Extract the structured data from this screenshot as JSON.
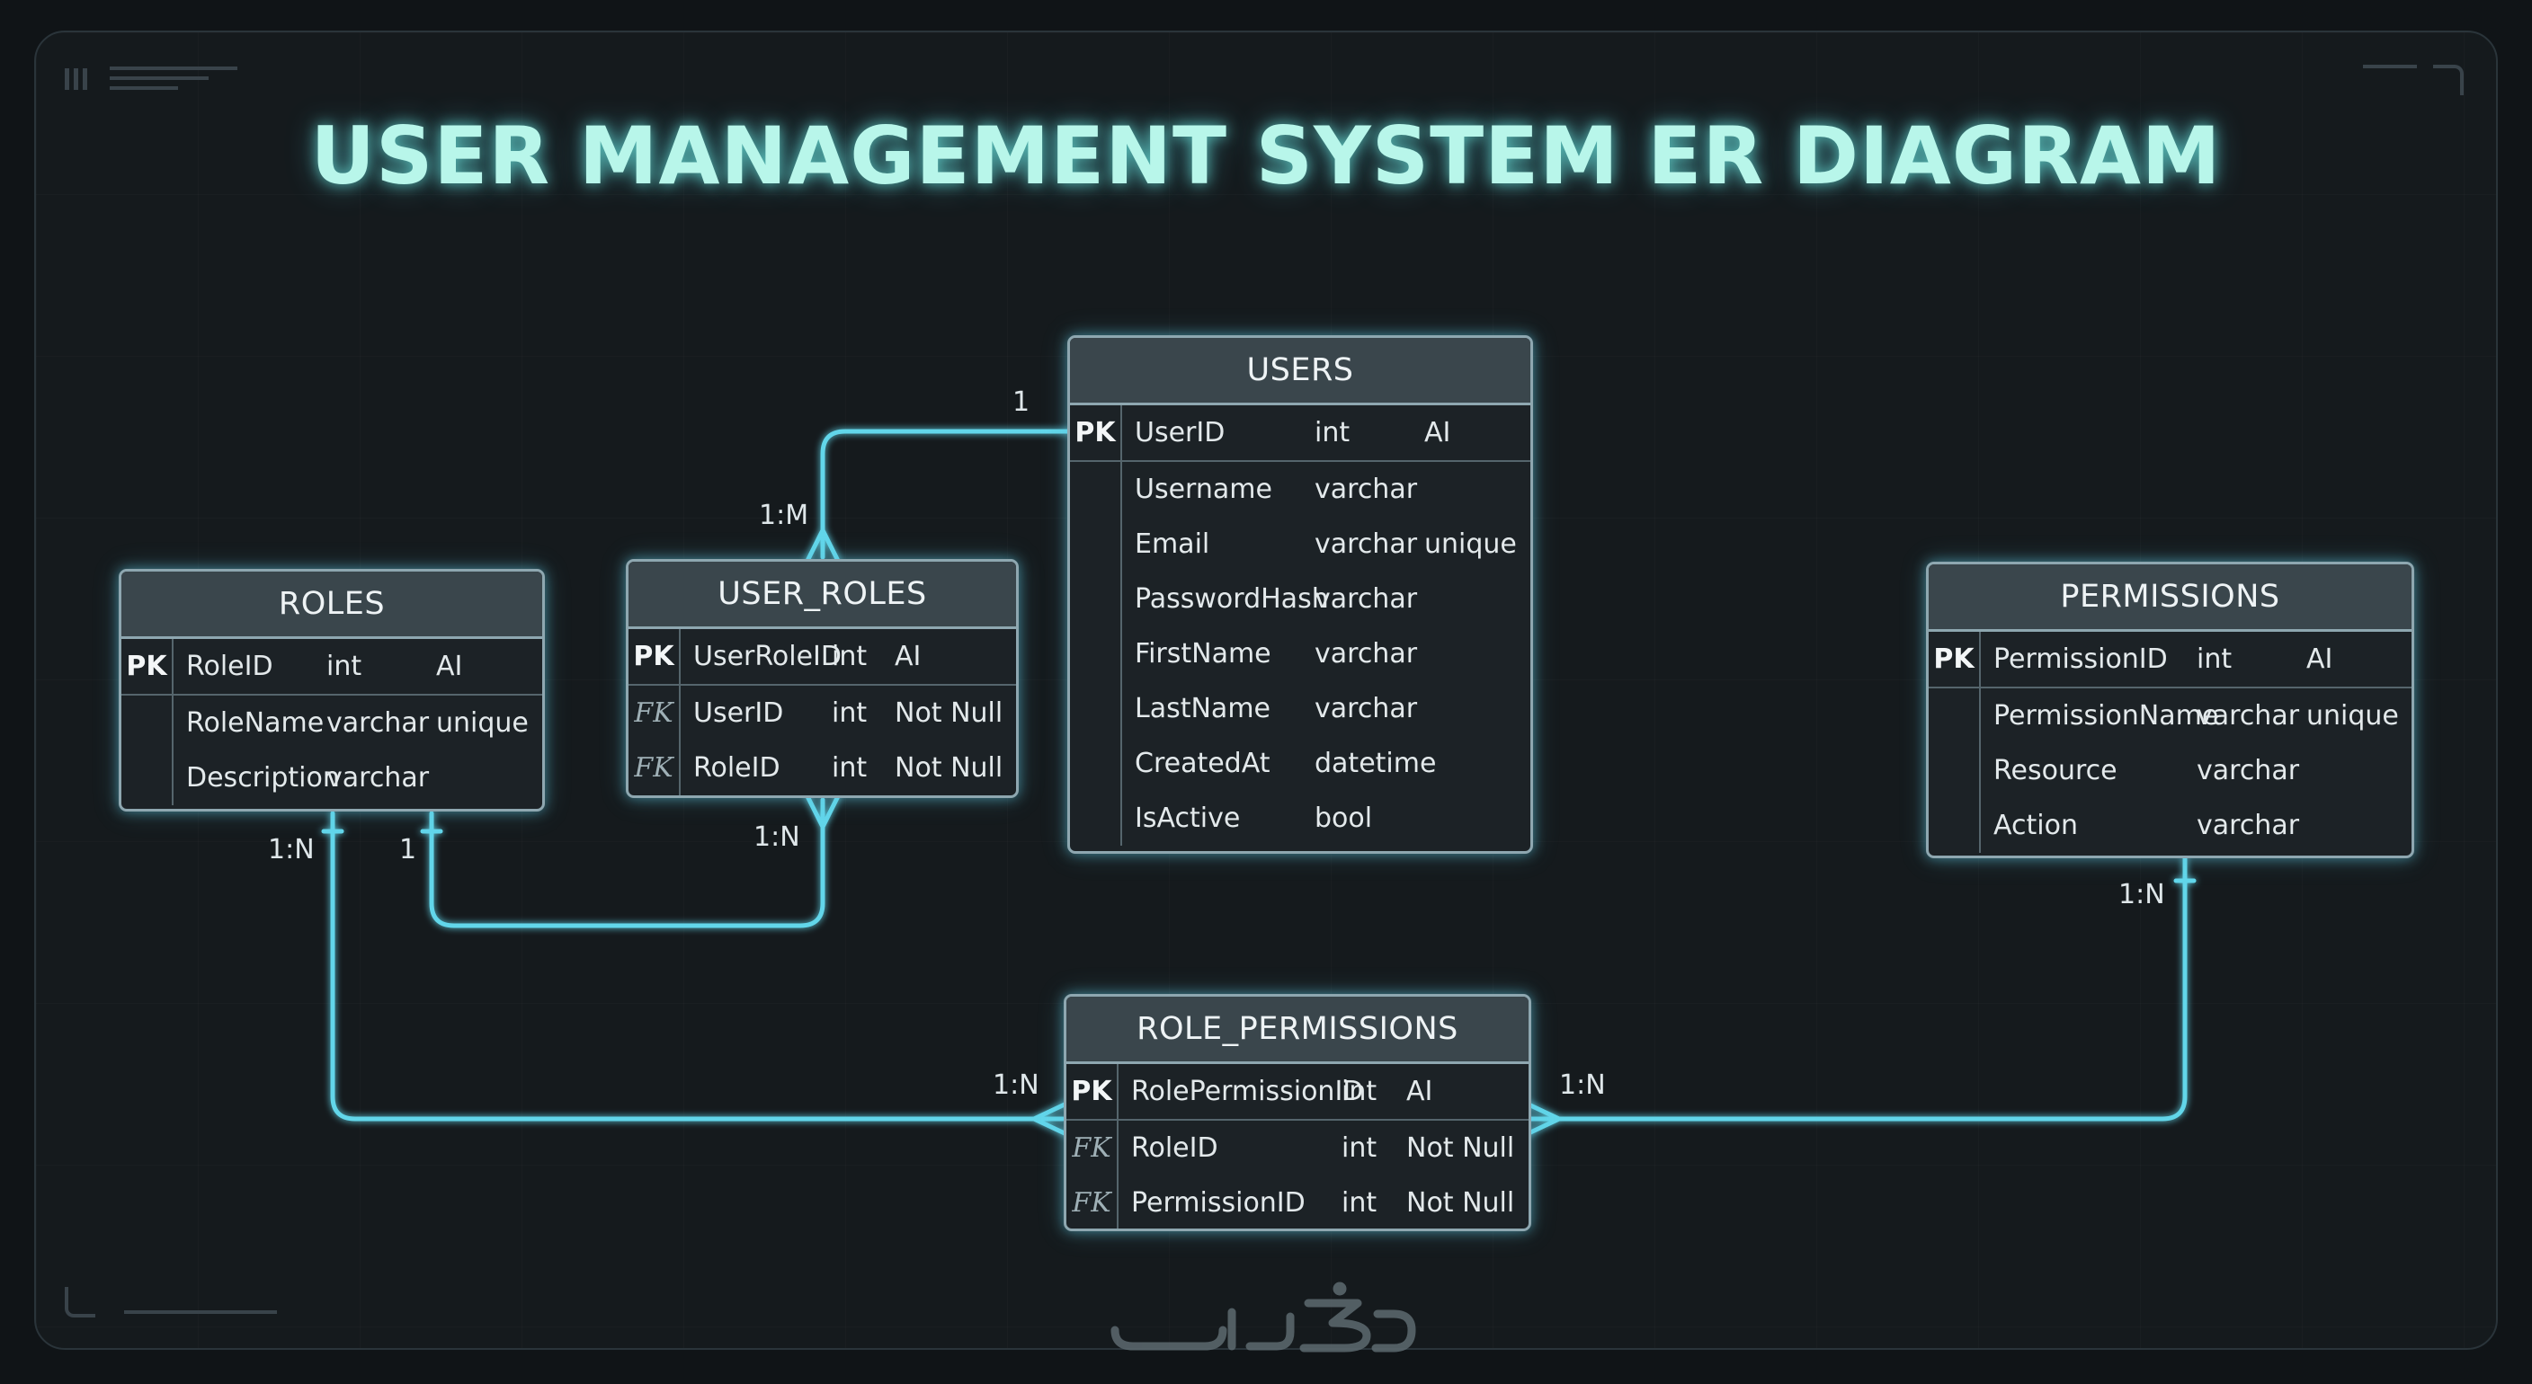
{
  "title": "USER MANAGEMENT SYSTEM ER DIAGRAM",
  "entities": {
    "users": {
      "name": "USERS",
      "rows": [
        {
          "key": "PK",
          "field": "UserID",
          "type": "int",
          "constraint": "AI"
        },
        {
          "key": "",
          "field": "Username",
          "type": "varchar",
          "constraint": ""
        },
        {
          "key": "",
          "field": "Email",
          "type": "varchar",
          "constraint": "unique"
        },
        {
          "key": "",
          "field": "PasswordHash",
          "type": "varchar",
          "constraint": ""
        },
        {
          "key": "",
          "field": "FirstName",
          "type": "varchar",
          "constraint": ""
        },
        {
          "key": "",
          "field": "LastName",
          "type": "varchar",
          "constraint": ""
        },
        {
          "key": "",
          "field": "CreatedAt",
          "type": "datetime",
          "constraint": ""
        },
        {
          "key": "",
          "field": "IsActive",
          "type": "bool",
          "constraint": ""
        }
      ]
    },
    "roles": {
      "name": "ROLES",
      "rows": [
        {
          "key": "PK",
          "field": "RoleID",
          "type": "int",
          "constraint": "AI"
        },
        {
          "key": "",
          "field": "RoleName",
          "type": "varchar",
          "constraint": "unique"
        },
        {
          "key": "",
          "field": "Description",
          "type": "varchar",
          "constraint": ""
        }
      ]
    },
    "user_roles": {
      "name": "USER_ROLES",
      "rows": [
        {
          "key": "PK",
          "field": "UserRoleID",
          "type": "int",
          "constraint": "AI"
        },
        {
          "key": "FK",
          "field": "UserID",
          "type": "int",
          "constraint": "Not Null"
        },
        {
          "key": "FK",
          "field": "RoleID",
          "type": "int",
          "constraint": "Not Null"
        }
      ]
    },
    "permissions": {
      "name": "PERMISSIONS",
      "rows": [
        {
          "key": "PK",
          "field": "PermissionID",
          "type": "int",
          "constraint": "AI"
        },
        {
          "key": "",
          "field": "PermissionName",
          "type": "varchar",
          "constraint": "unique"
        },
        {
          "key": "",
          "field": "Resource",
          "type": "varchar",
          "constraint": ""
        },
        {
          "key": "",
          "field": "Action",
          "type": "varchar",
          "constraint": ""
        }
      ]
    },
    "role_permissions": {
      "name": "ROLE_PERMISSIONS",
      "rows": [
        {
          "key": "PK",
          "field": "RolePermissionID",
          "type": "int",
          "constraint": "AI"
        },
        {
          "key": "FK",
          "field": "RoleID",
          "type": "int",
          "constraint": "Not Null"
        },
        {
          "key": "FK",
          "field": "PermissionID",
          "type": "int",
          "constraint": "Not Null"
        }
      ]
    }
  },
  "relationships": {
    "users_userroles": {
      "from": "USERS",
      "to": "USER_ROLES",
      "from_label": "1",
      "to_label": "1:M"
    },
    "roles_userroles": {
      "from": "ROLES",
      "to": "USER_ROLES",
      "from_label": "1",
      "to_label": "1:N"
    },
    "roles_rolepermissions": {
      "from": "ROLES",
      "to": "ROLE_PERMISSIONS",
      "from_label": "1:N",
      "to_label": "1:N"
    },
    "permissions_rolepermissions": {
      "from": "PERMISSIONS",
      "to": "ROLE_PERMISSIONS",
      "from_label": "1:N",
      "to_label": "1:N"
    }
  },
  "colors": {
    "background": "#101417",
    "line": "#62d6ea",
    "title_glow": "#b8f6ea",
    "table_border": "#8ea7b0",
    "header_fill": "#3a464c"
  },
  "watermark": {
    "shown": true
  }
}
